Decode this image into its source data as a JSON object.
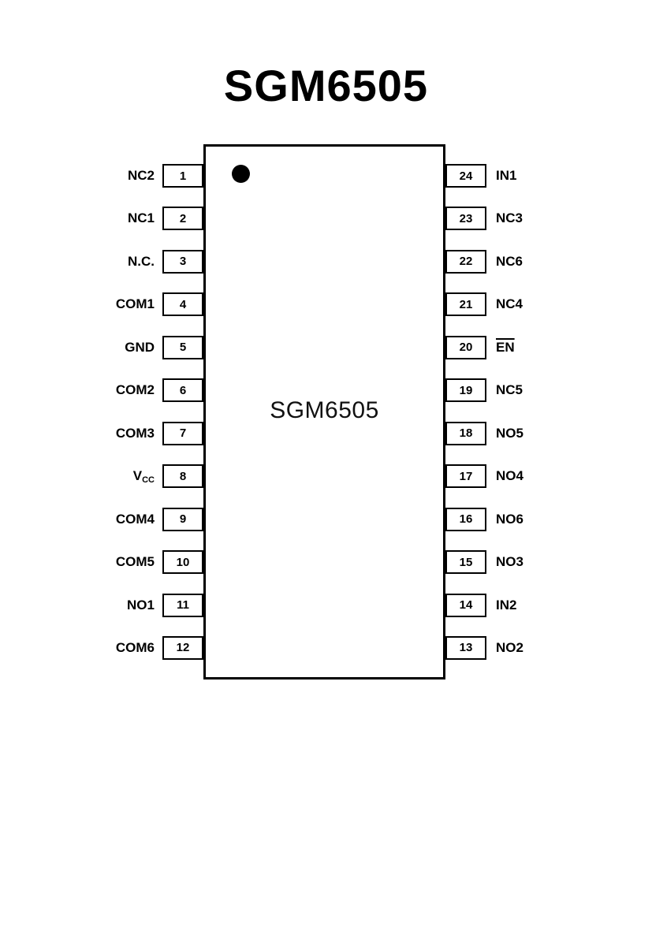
{
  "title": "SGM6505",
  "chip": {
    "label": "SGM6505"
  },
  "pins": {
    "left": [
      {
        "number": "1",
        "label": "NC2"
      },
      {
        "number": "2",
        "label": "NC1"
      },
      {
        "number": "3",
        "label": "N.C."
      },
      {
        "number": "4",
        "label": "COM1"
      },
      {
        "number": "5",
        "label": "GND"
      },
      {
        "number": "6",
        "label": "COM2"
      },
      {
        "number": "7",
        "label": "COM3"
      },
      {
        "number": "8",
        "label": "V",
        "label_sub": "CC"
      },
      {
        "number": "9",
        "label": "COM4"
      },
      {
        "number": "10",
        "label": "COM5"
      },
      {
        "number": "11",
        "label": "NO1"
      },
      {
        "number": "12",
        "label": "COM6"
      }
    ],
    "right": [
      {
        "number": "24",
        "label": "IN1"
      },
      {
        "number": "23",
        "label": "NC3"
      },
      {
        "number": "22",
        "label": "NC6"
      },
      {
        "number": "21",
        "label": "NC4"
      },
      {
        "number": "20",
        "label": "EN",
        "overline": true
      },
      {
        "number": "19",
        "label": "NC5"
      },
      {
        "number": "18",
        "label": "NO5"
      },
      {
        "number": "17",
        "label": "NO4"
      },
      {
        "number": "16",
        "label": "NO6"
      },
      {
        "number": "15",
        "label": "NO3"
      },
      {
        "number": "14",
        "label": "IN2"
      },
      {
        "number": "13",
        "label": "NO2"
      }
    ]
  }
}
